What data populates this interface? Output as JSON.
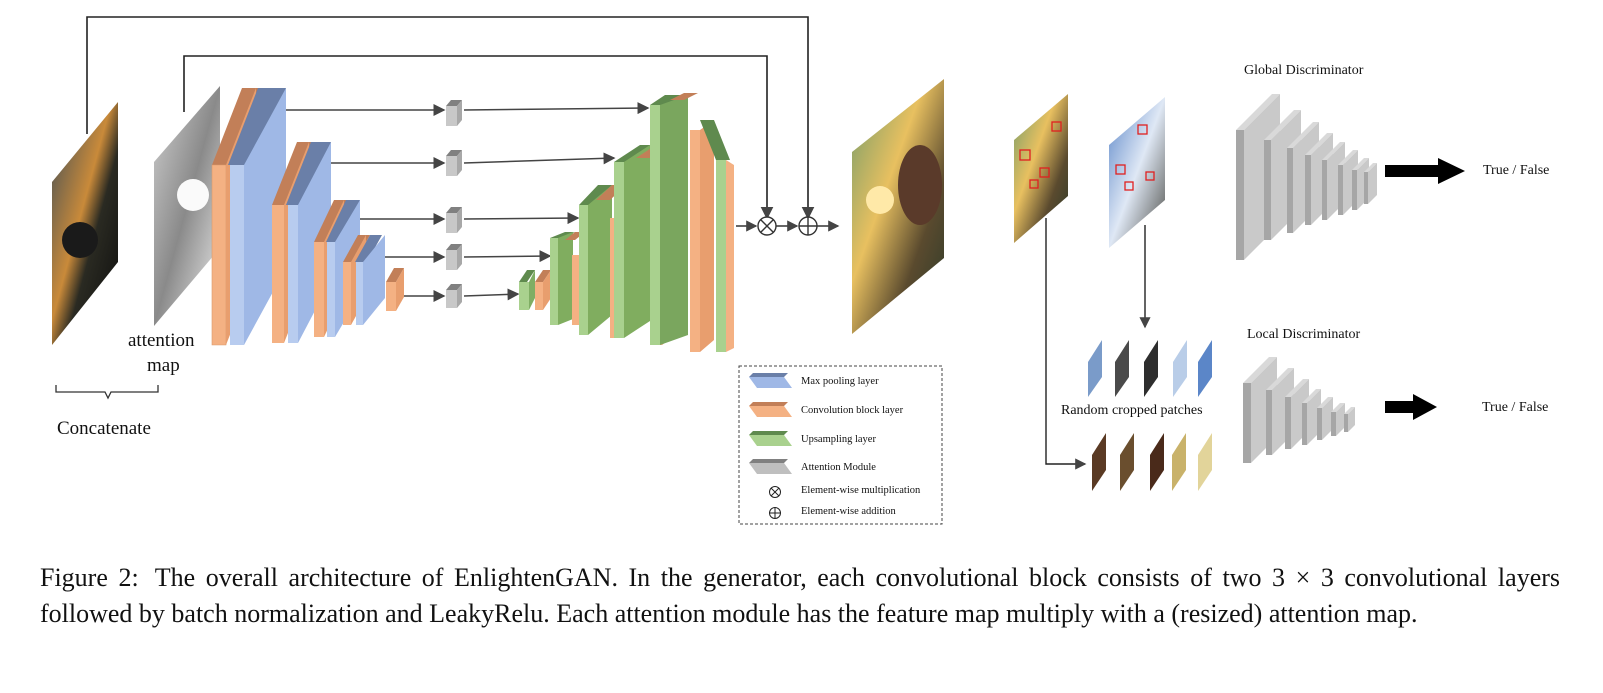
{
  "labels": {
    "attention_map_line1": "attention",
    "attention_map_line2": "map",
    "concatenate": "Concatenate",
    "global_discriminator": "Global Discriminator",
    "local_discriminator": "Local Discriminator",
    "random_cropped_patches": "Random cropped patches",
    "global_output": "True / False",
    "local_output": "True / False"
  },
  "legend": {
    "items": [
      {
        "label": "Max pooling layer",
        "color": "#9fb8e6"
      },
      {
        "label": "Convolution block layer",
        "color": "#f4b183"
      },
      {
        "label": "Upsampling layer",
        "color": "#a9d18e"
      },
      {
        "label": "Attention Module",
        "color": "#bfbfbf"
      }
    ],
    "multiply_label": "Element-wise multiplication",
    "add_label": "Element-wise addition"
  },
  "caption": {
    "number": "Figure 2:",
    "text": "The overall architecture of EnlightenGAN. In the generator, each convolutional block consists of two 3 × 3 convolutional layers followed by batch normalization and LeakyRelu. Each attention module has the feature map multiply with a (resized) attention map."
  },
  "colors": {
    "pool": "#9fb8e6",
    "conv": "#f4b183",
    "upsample": "#a9d18e",
    "attention": "#bfbfbf",
    "line": "#333333"
  }
}
